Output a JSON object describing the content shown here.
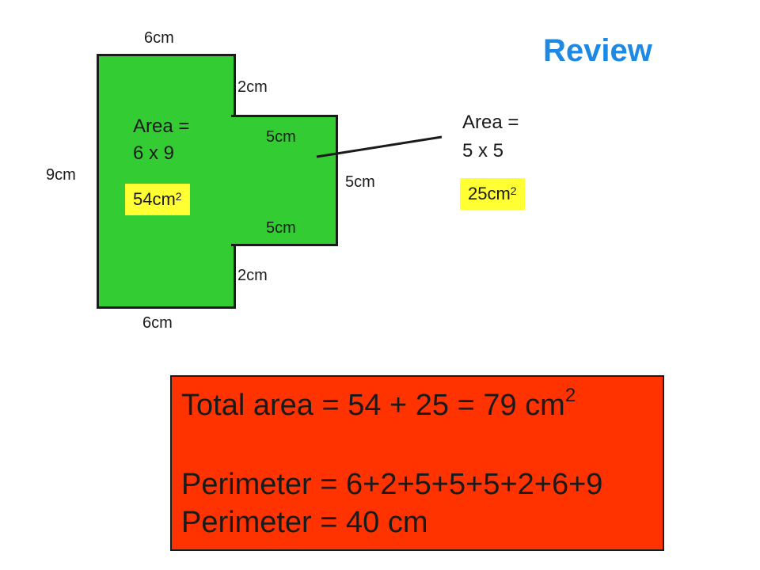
{
  "title": "Review",
  "big_rect": {
    "top_label": "6cm",
    "bottom_label": "6cm",
    "left_label": "9cm",
    "area_line1": "Area =",
    "area_line2": "6 x 9",
    "result_value": "54cm",
    "result_exp": "2"
  },
  "small_square": {
    "top_label": "5cm",
    "bottom_label": "5cm",
    "right_label": "5cm",
    "area_line1": "Area =",
    "area_line2": "5 x 5",
    "result_value": "25cm",
    "result_exp": "2"
  },
  "step_labels": {
    "upper": "2cm",
    "lower": "2cm"
  },
  "summary": {
    "total_area": "Total area = 54 + 25 = 79 cm",
    "total_area_exp": "2",
    "perimeter_sum": "Perimeter = 6+2+5+5+5+2+6+9",
    "perimeter_result": "Perimeter = 40 cm"
  },
  "colors": {
    "shape_fill": "#33cc33",
    "highlight": "#ffff33",
    "summary_box": "#ff3300",
    "title": "#1e88e5"
  }
}
